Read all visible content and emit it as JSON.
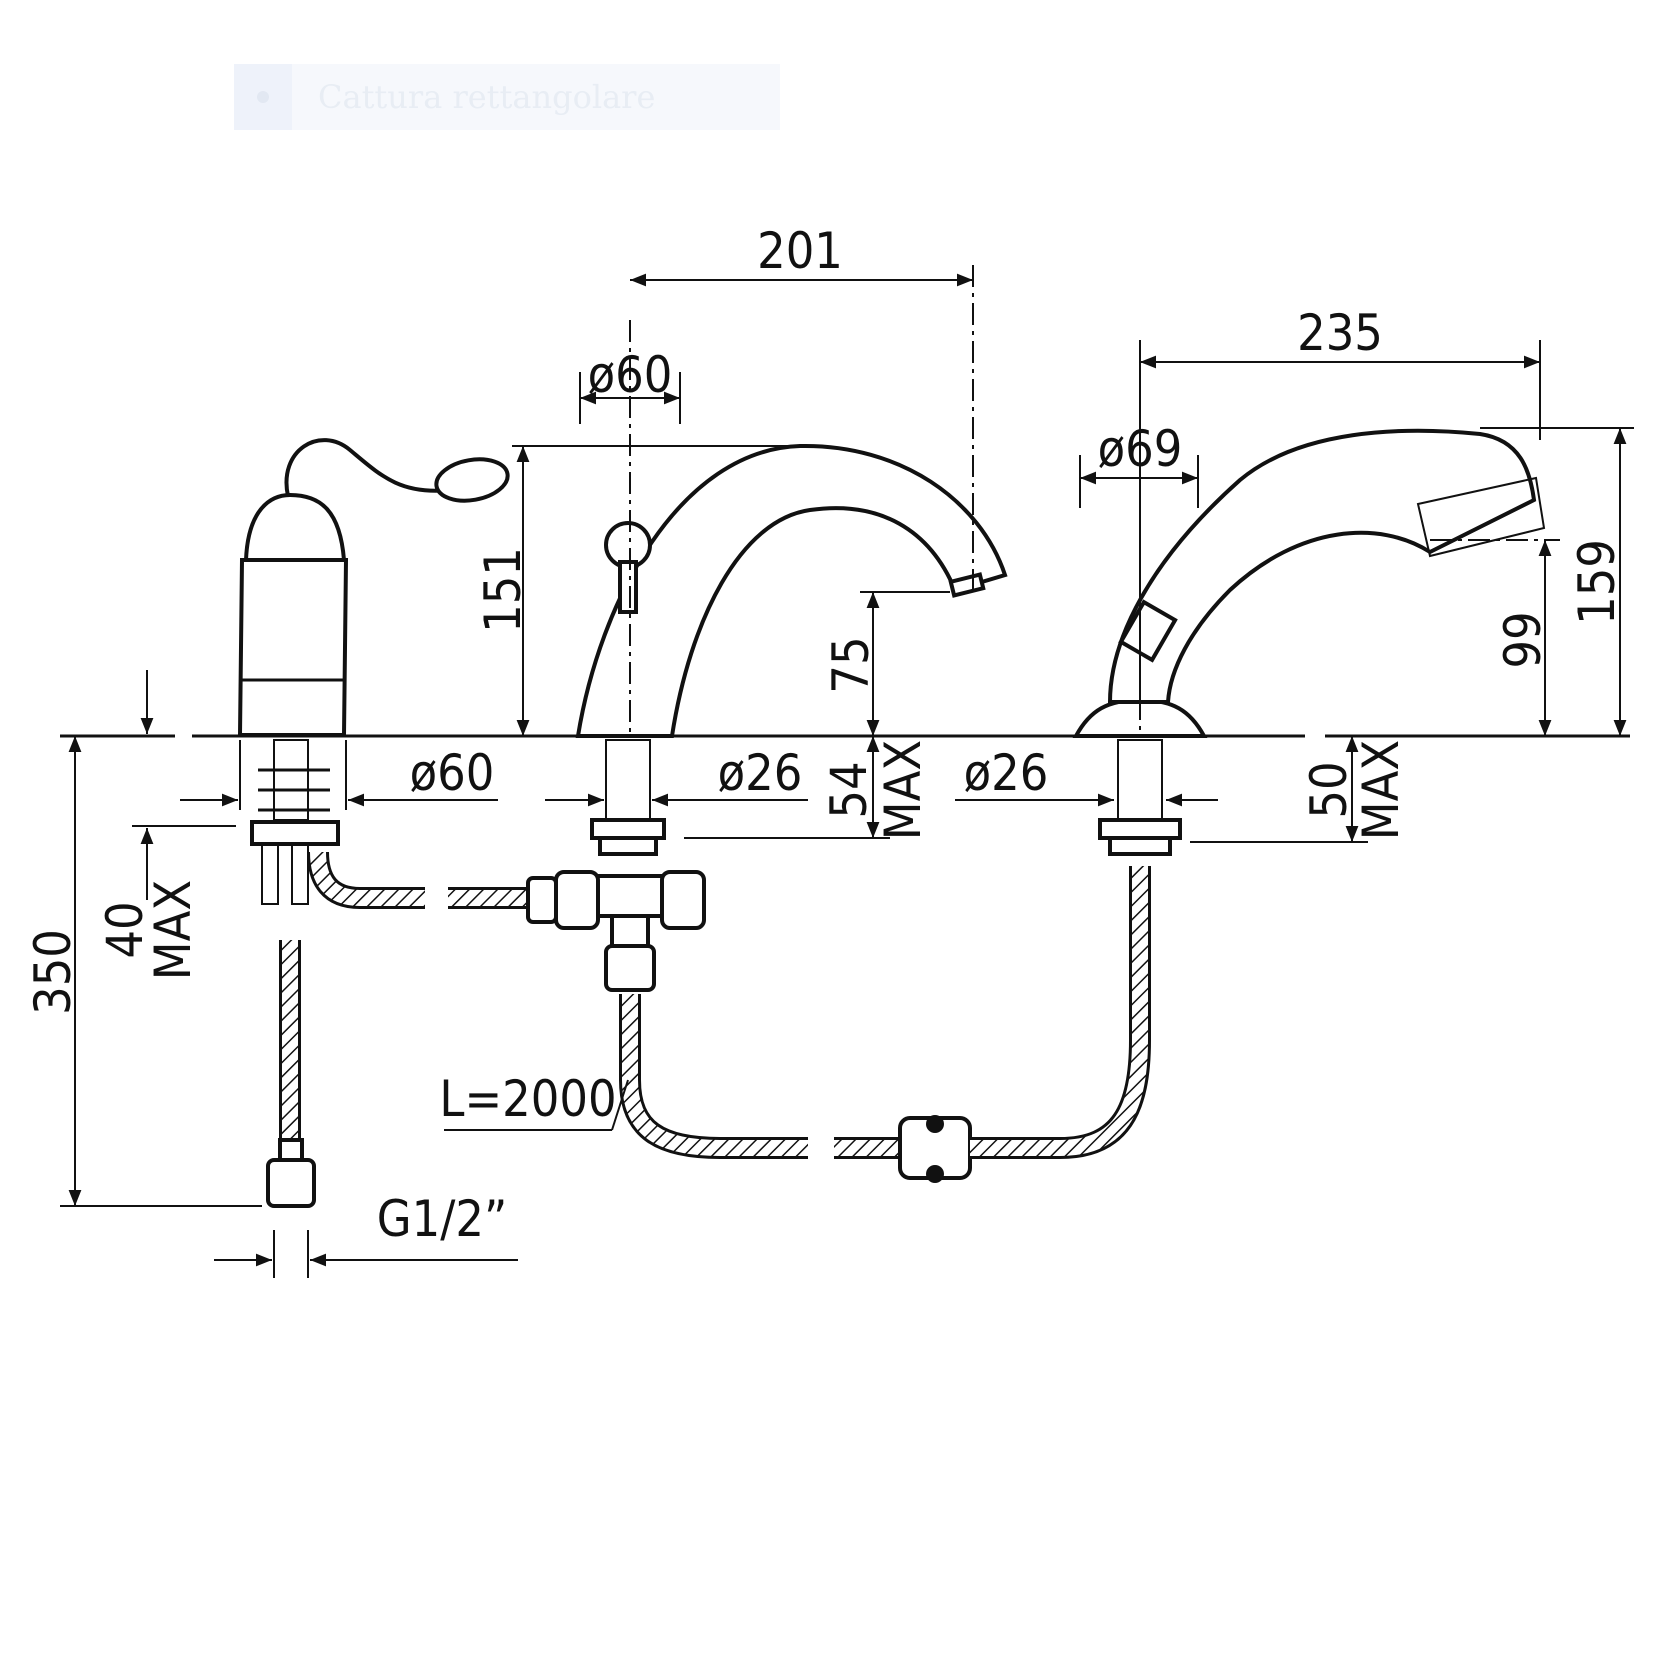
{
  "overlay": {
    "label": "Cattura rettangolare"
  },
  "dimensions": {
    "spout_reach": "201",
    "spout_diameter_top": "ø60",
    "spout_height": "151",
    "spout_outlet_height": "75",
    "spout_base_diameter": "ø26",
    "spout_deck_thickness": "54",
    "spout_deck_max": "MAX",
    "handle_base_diameter": "ø60",
    "handle_deck_thickness": "40",
    "handle_deck_max": "MAX",
    "supply_length": "350",
    "thread": "G1/2”",
    "hose_length": "L=2000",
    "shower_length": "235",
    "shower_diameter": "ø69",
    "shower_height": "159",
    "shower_head_height": "99",
    "shower_base_diameter": "ø26",
    "shower_deck_thickness": "50",
    "shower_deck_max": "MAX"
  },
  "colors": {
    "line": "#111111",
    "background": "#ffffff",
    "overlay": "#f6f8fc"
  }
}
